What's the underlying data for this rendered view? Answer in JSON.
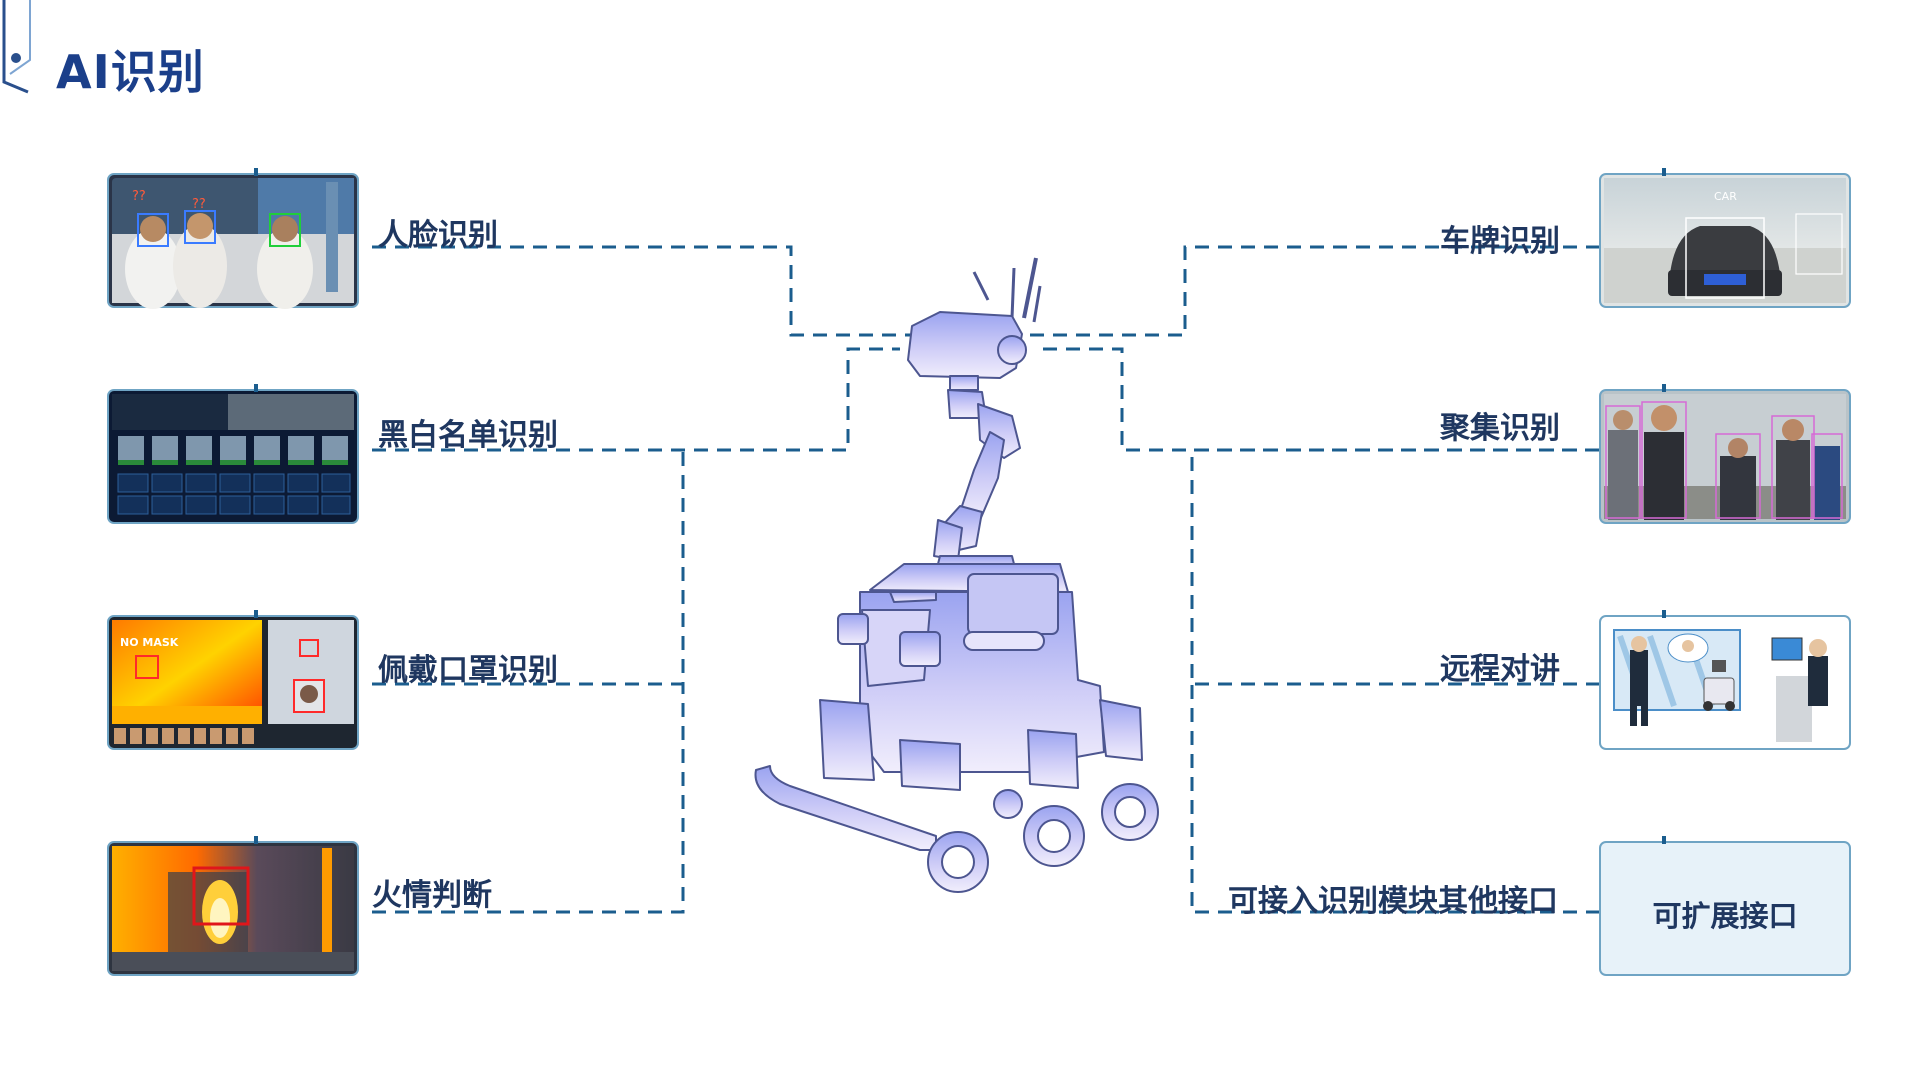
{
  "page": {
    "title": "AI识别"
  },
  "features_left": [
    {
      "label": "人脸识别",
      "icon": "face-recognition-image"
    },
    {
      "label": "黑白名单识别",
      "icon": "blacklist-whitelist-image"
    },
    {
      "label": "佩戴口罩识别",
      "icon": "mask-detection-image",
      "overlay_text": "NO MASK"
    },
    {
      "label": "火情判断",
      "icon": "fire-detection-image"
    }
  ],
  "features_right": [
    {
      "label": "车牌识别",
      "icon": "license-plate-image",
      "overlay_text": "CAR"
    },
    {
      "label": "聚集识别",
      "icon": "crowd-detection-image"
    },
    {
      "label": "远程对讲",
      "icon": "remote-intercom-image"
    },
    {
      "label": "可接入识别模块其他接口",
      "box_text": "可扩展接口"
    }
  ],
  "colors": {
    "title": "#1b3f8a",
    "line": "#1b5d8e",
    "label": "#1f3760",
    "frame": "#6fa4c4",
    "robot_fill_top": "#a7aef4",
    "robot_fill_bottom": "#ece9fb",
    "robot_stroke": "#4d5690"
  }
}
